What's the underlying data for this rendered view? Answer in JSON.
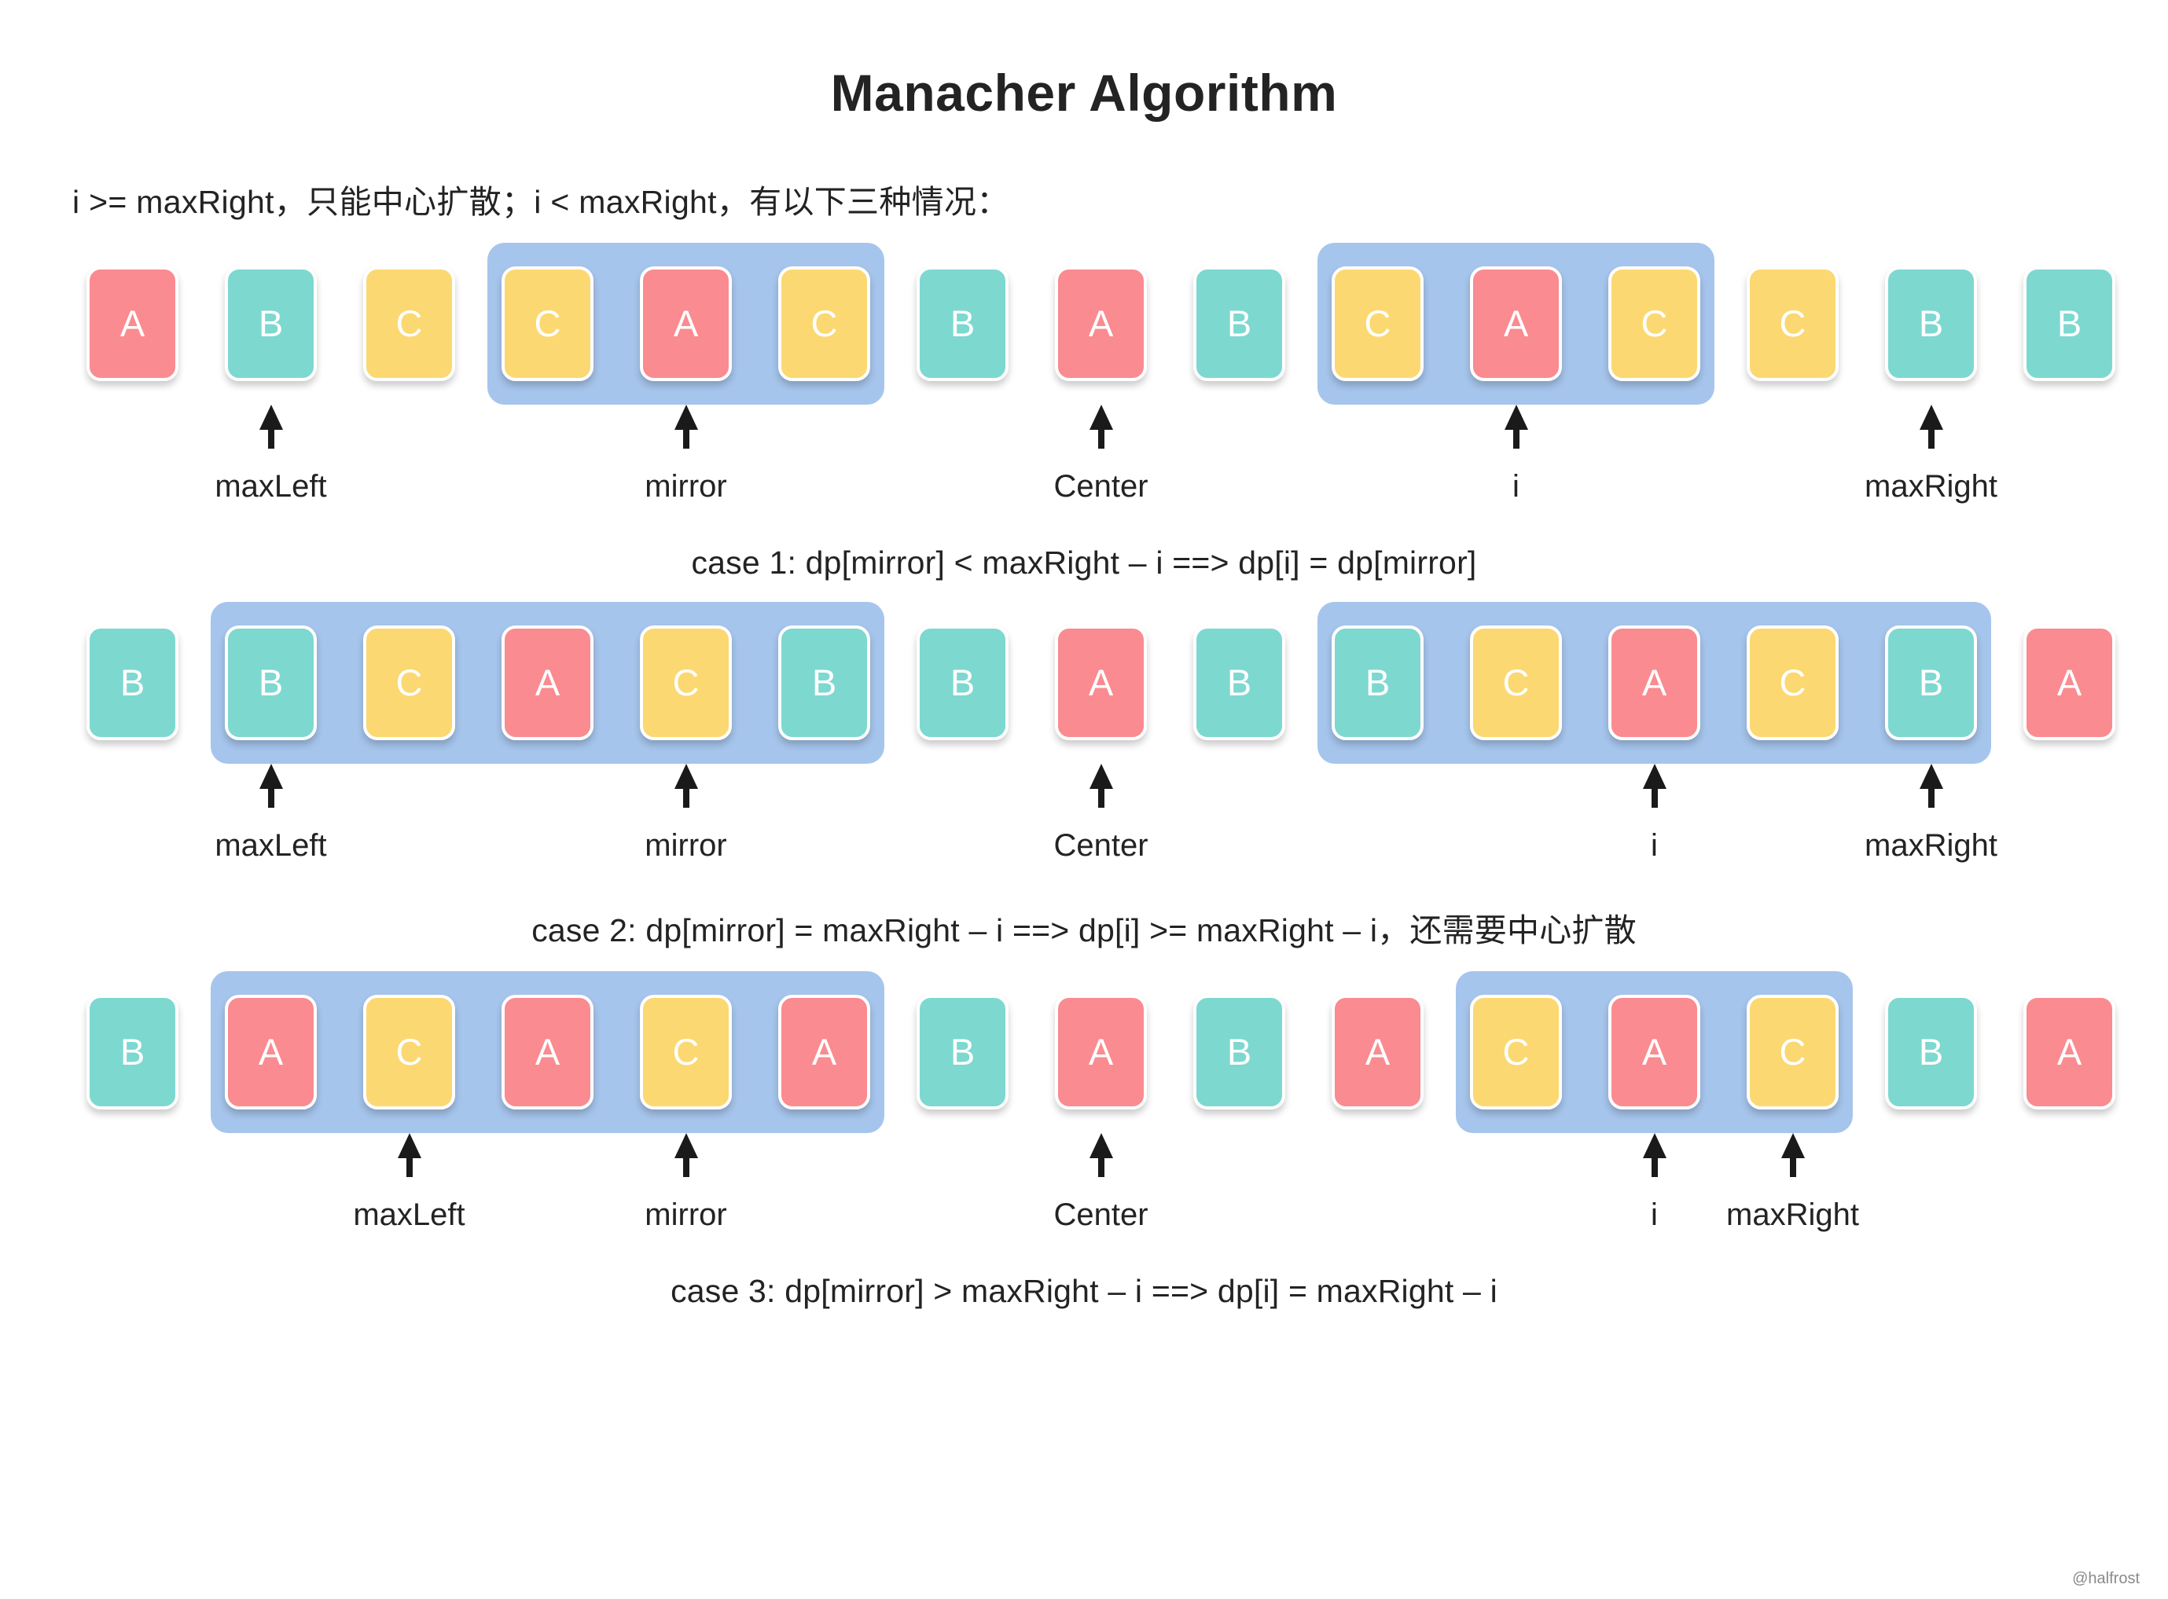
{
  "title": "Manacher Algorithm",
  "intro": "i >= maxRight，只能中心扩散；i < maxRight，有以下三种情况：",
  "watermark": "@halfrost",
  "colors": {
    "red": "#FA8B90",
    "teal": "#7DD8D0",
    "yellow": "#FBD871",
    "band": "#A6C5EC",
    "text": "#232323",
    "cell_text": "#FFFFFF"
  },
  "chart_data": {
    "type": "diagram",
    "title": "Manacher Algorithm",
    "rows": [
      {
        "name": "case-1",
        "cells": [
          {
            "letter": "A",
            "color": "red"
          },
          {
            "letter": "B",
            "color": "teal"
          },
          {
            "letter": "C",
            "color": "yellow"
          },
          {
            "letter": "C",
            "color": "yellow"
          },
          {
            "letter": "A",
            "color": "red"
          },
          {
            "letter": "C",
            "color": "yellow"
          },
          {
            "letter": "B",
            "color": "teal"
          },
          {
            "letter": "A",
            "color": "red"
          },
          {
            "letter": "B",
            "color": "teal"
          },
          {
            "letter": "C",
            "color": "yellow"
          },
          {
            "letter": "A",
            "color": "red"
          },
          {
            "letter": "C",
            "color": "yellow"
          },
          {
            "letter": "C",
            "color": "yellow"
          },
          {
            "letter": "B",
            "color": "teal"
          },
          {
            "letter": "B",
            "color": "teal"
          }
        ],
        "bands": [
          {
            "start": 3,
            "end": 5
          },
          {
            "start": 9,
            "end": 11
          }
        ],
        "markers": [
          {
            "index": 1,
            "label": "maxLeft"
          },
          {
            "index": 4,
            "label": "mirror"
          },
          {
            "index": 7,
            "label": "Center"
          },
          {
            "index": 10,
            "label": "i"
          },
          {
            "index": 13,
            "label": "maxRight"
          }
        ],
        "caption": "case 1:  dp[mirror] < maxRight – i  ==> dp[i] = dp[mirror]"
      },
      {
        "name": "case-2",
        "cells": [
          {
            "letter": "B",
            "color": "teal"
          },
          {
            "letter": "B",
            "color": "teal"
          },
          {
            "letter": "C",
            "color": "yellow"
          },
          {
            "letter": "A",
            "color": "red"
          },
          {
            "letter": "C",
            "color": "yellow"
          },
          {
            "letter": "B",
            "color": "teal"
          },
          {
            "letter": "B",
            "color": "teal"
          },
          {
            "letter": "A",
            "color": "red"
          },
          {
            "letter": "B",
            "color": "teal"
          },
          {
            "letter": "B",
            "color": "teal"
          },
          {
            "letter": "C",
            "color": "yellow"
          },
          {
            "letter": "A",
            "color": "red"
          },
          {
            "letter": "C",
            "color": "yellow"
          },
          {
            "letter": "B",
            "color": "teal"
          },
          {
            "letter": "A",
            "color": "red"
          }
        ],
        "bands": [
          {
            "start": 1,
            "end": 5
          },
          {
            "start": 9,
            "end": 13
          }
        ],
        "markers": [
          {
            "index": 1,
            "label": "maxLeft"
          },
          {
            "index": 4,
            "label": "mirror"
          },
          {
            "index": 7,
            "label": "Center"
          },
          {
            "index": 11,
            "label": "i"
          },
          {
            "index": 13,
            "label": "maxRight"
          }
        ],
        "caption": "case 2:  dp[mirror] = maxRight – i  ==> dp[i] >= maxRight – i，还需要中心扩散"
      },
      {
        "name": "case-3",
        "cells": [
          {
            "letter": "B",
            "color": "teal"
          },
          {
            "letter": "A",
            "color": "red"
          },
          {
            "letter": "C",
            "color": "yellow"
          },
          {
            "letter": "A",
            "color": "red"
          },
          {
            "letter": "C",
            "color": "yellow"
          },
          {
            "letter": "A",
            "color": "red"
          },
          {
            "letter": "B",
            "color": "teal"
          },
          {
            "letter": "A",
            "color": "red"
          },
          {
            "letter": "B",
            "color": "teal"
          },
          {
            "letter": "A",
            "color": "red"
          },
          {
            "letter": "C",
            "color": "yellow"
          },
          {
            "letter": "A",
            "color": "red"
          },
          {
            "letter": "C",
            "color": "yellow"
          },
          {
            "letter": "B",
            "color": "teal"
          },
          {
            "letter": "A",
            "color": "red"
          }
        ],
        "bands": [
          {
            "start": 1,
            "end": 5
          },
          {
            "start": 10,
            "end": 12
          }
        ],
        "markers": [
          {
            "index": 2,
            "label": "maxLeft"
          },
          {
            "index": 4,
            "label": "mirror"
          },
          {
            "index": 7,
            "label": "Center"
          },
          {
            "index": 11,
            "label": "i"
          },
          {
            "index": 12,
            "label": "maxRight"
          }
        ],
        "caption": "case 3:  dp[mirror] > maxRight – i  ==> dp[i] = maxRight – i"
      }
    ]
  }
}
